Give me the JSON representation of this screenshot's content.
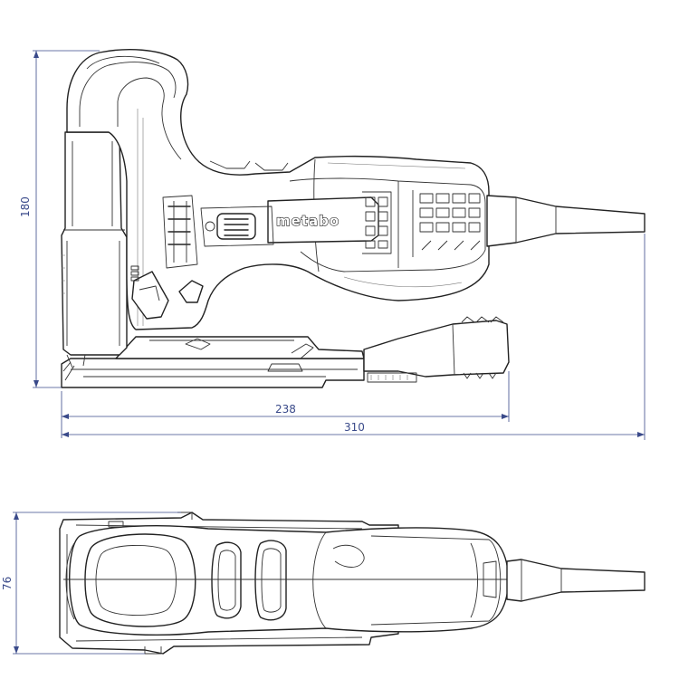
{
  "brand_logo": "metabo",
  "dimensions": {
    "height": "180",
    "length_base": "238",
    "length_total": "310",
    "width": "76"
  },
  "colors": {
    "dimension": "#3a4a8a",
    "outline": "#222222"
  }
}
